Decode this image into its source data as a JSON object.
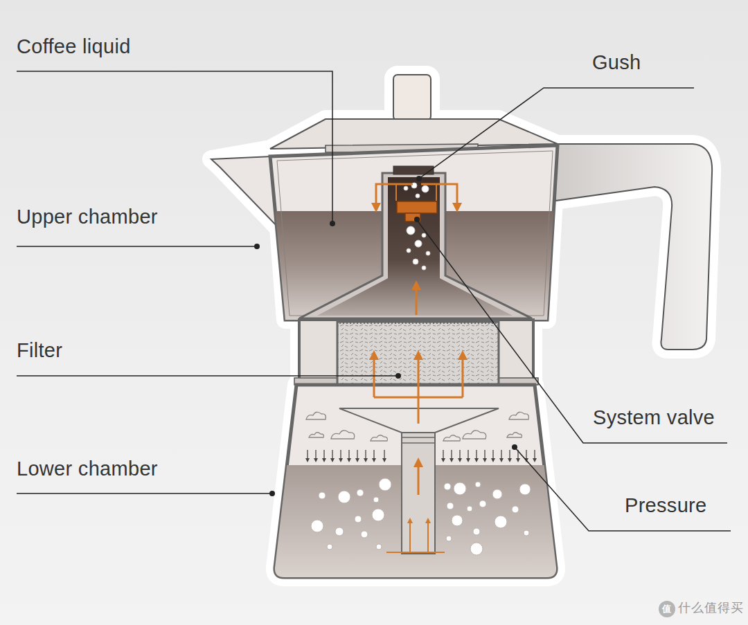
{
  "diagram": {
    "labels": [
      "Coffee liquid",
      "Gush",
      "Upper chamber",
      "Filter",
      "System valve",
      "Lower chamber",
      "Pressure",
      "值",
      "什么值得买"
    ]
  }
}
